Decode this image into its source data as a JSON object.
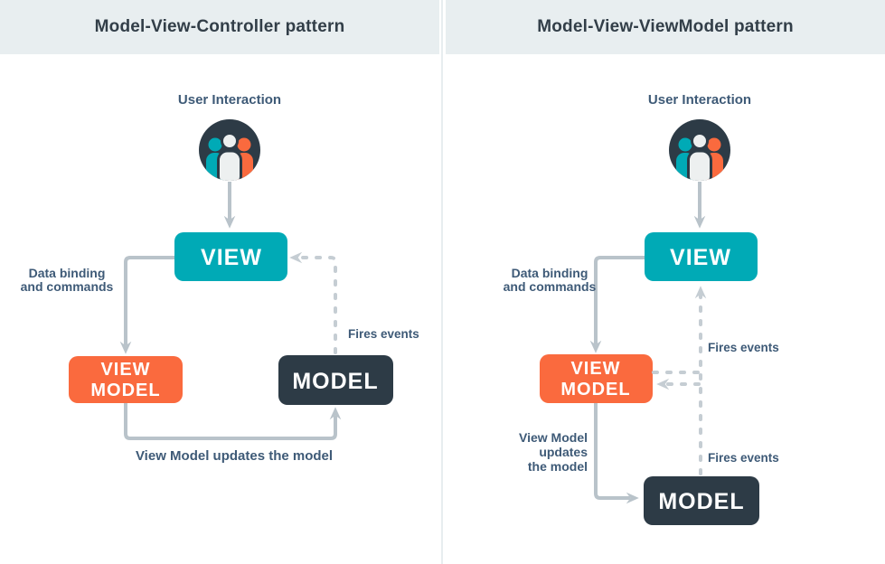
{
  "colors": {
    "teal": "#00aab6",
    "orange": "#fa6a3e",
    "dark": "#2d3b46",
    "line": "#b9c3ca",
    "line_dashed": "#c5cdd3",
    "label": "#3e5a77",
    "header_bg": "#e8eef0",
    "header_text": "#323e48",
    "divider": "#e7edef",
    "icon_white": "#edf0f0",
    "bg": "#ffffff"
  },
  "left_panel": {
    "title": "Model-View-Controller pattern",
    "user_interaction_label": "User Interaction",
    "boxes": {
      "view": "VIEW",
      "view_model": [
        "VIEW",
        "MODEL"
      ],
      "model": "MODEL"
    },
    "labels": {
      "data_binding": [
        "Data binding",
        "and commands"
      ],
      "fires_events": "Fires events",
      "bottom": "View Model updates the model"
    }
  },
  "right_panel": {
    "title": "Model-View-ViewModel pattern",
    "user_interaction_label": "User Interaction",
    "boxes": {
      "view": "VIEW",
      "view_model": [
        "VIEW",
        "MODEL"
      ],
      "model": "MODEL"
    },
    "labels": {
      "data_binding": [
        "Data binding",
        "and commands"
      ],
      "fires_events_top": "Fires events",
      "fires_events_bottom": "Fires events",
      "view_model_updates": [
        "View Model",
        "updates",
        "the model"
      ]
    }
  }
}
